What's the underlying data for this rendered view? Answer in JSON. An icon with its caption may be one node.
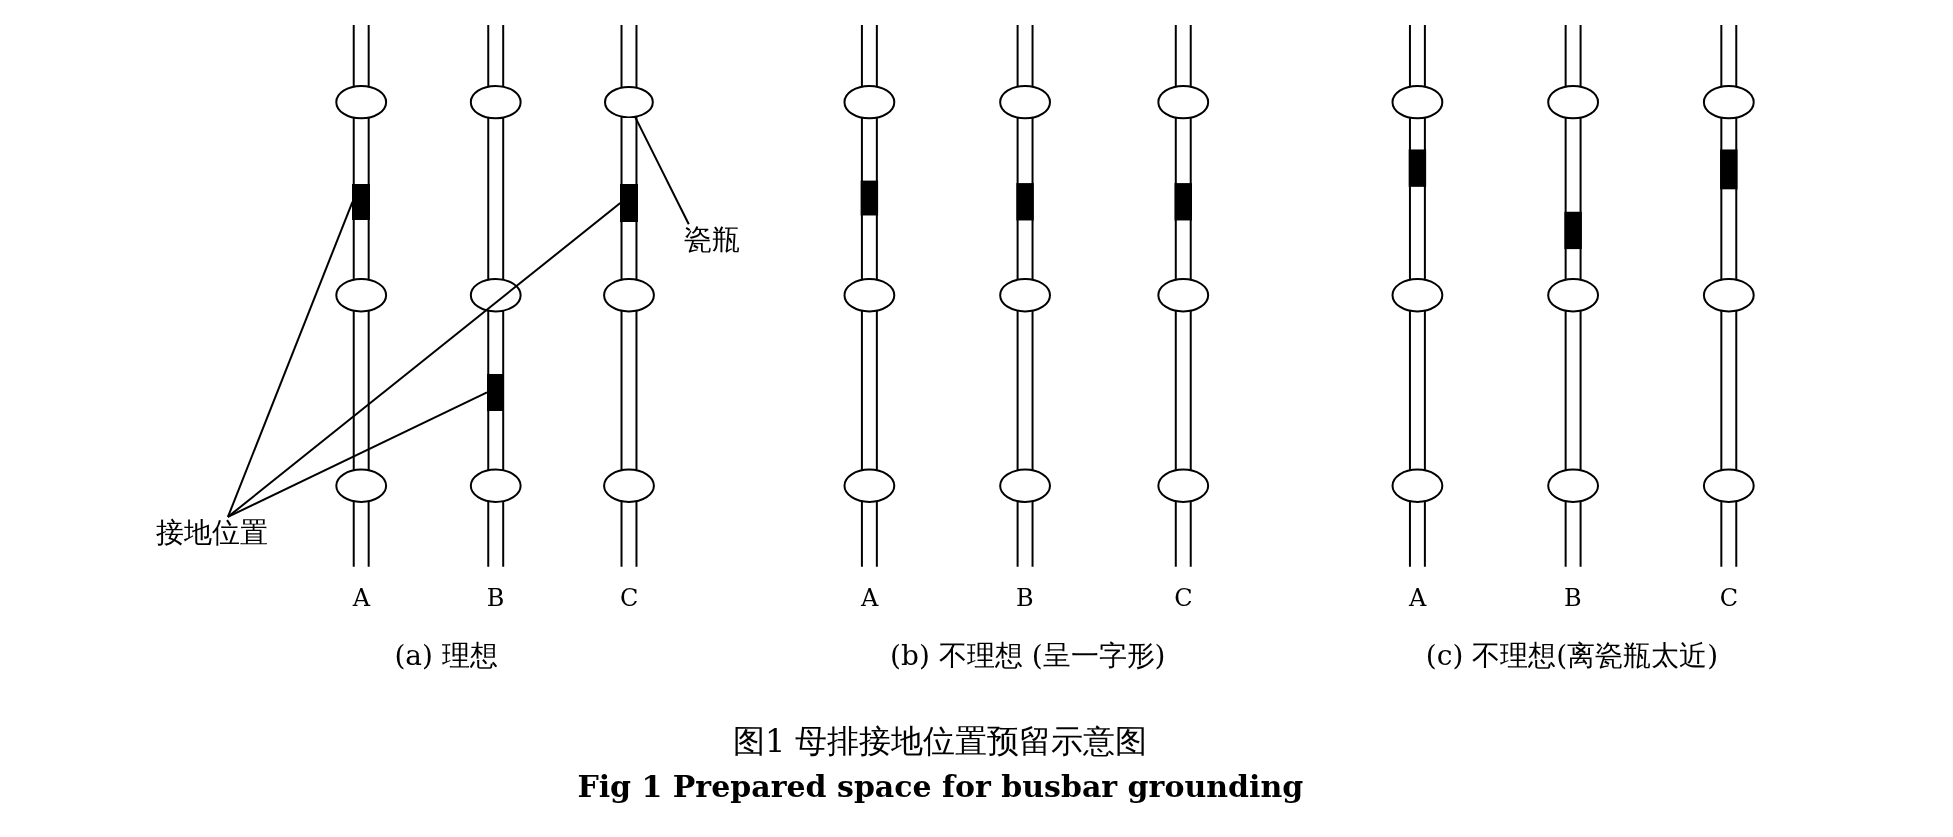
{
  "diagram": {
    "caption": "图1 母排接地位置预留示意图",
    "nodes": [
      {
        "text": [
          "接地位置"
        ]
      },
      {
        "text": [
          "瓷瓶"
        ]
      },
      {
        "text": [],
        "shape": "box"
      },
      {
        "text": [],
        "shape": "box"
      },
      {
        "text": [],
        "shape": "box"
      },
      {
        "text": [],
        "shape": "ellipse"
      }
    ],
    "edges": [
      {
        "from": 0,
        "to": 2,
        "arrow": "none"
      },
      {
        "from": 0,
        "to": 4,
        "arrow": "none"
      },
      {
        "from": 0,
        "to": 3,
        "arrow": "none"
      },
      {
        "from": 1,
        "to": 5,
        "arrow": "none"
      }
    ],
    "labels": [
      "A",
      "B",
      "C",
      "(a) 理想",
      "A",
      "B",
      "C",
      "(b) 不理想 (呈一字形)",
      "A",
      "B",
      "C",
      "(c) 不理想(离瓷瓶太近)",
      "Fig 1 Prepared space for busbar grounding"
    ]
  }
}
